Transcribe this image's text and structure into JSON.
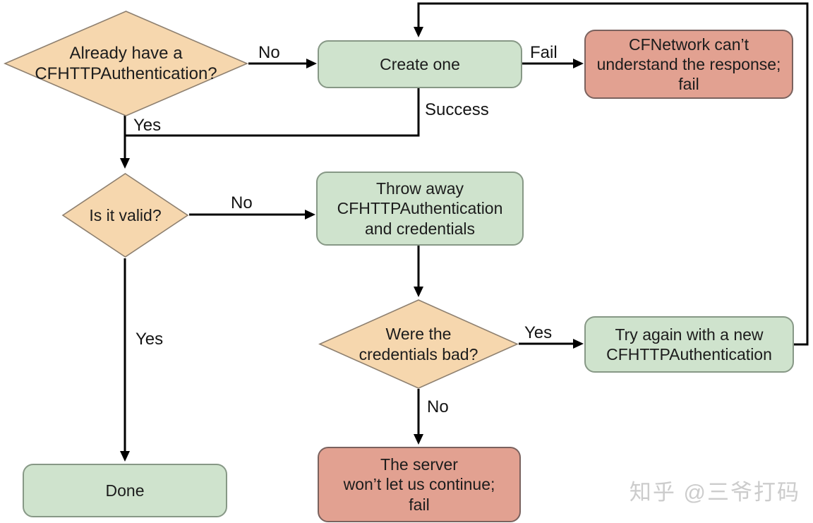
{
  "colors": {
    "decision_fill": "#f6d7ae",
    "decision_border": "#8e8070",
    "process_fill": "#cfe3cd",
    "process_border": "#879886",
    "fail_fill": "#e2a191",
    "fail_border": "#7a625e",
    "connector": "#000000",
    "watermark": "#cccccc"
  },
  "nodes": {
    "already_have": {
      "type": "decision",
      "label": "Already have a\nCFHTTPAuthentication?"
    },
    "create_one": {
      "type": "process",
      "label": "Create one"
    },
    "cfnetwork_fail": {
      "type": "fail",
      "label": "CFNetwork can’t\nunderstand the response;\nfail"
    },
    "is_it_valid": {
      "type": "decision",
      "label": "Is it valid?"
    },
    "throw_away": {
      "type": "process",
      "label": "Throw away\nCFHTTPAuthentication\nand credentials"
    },
    "were_credentials_bad": {
      "type": "decision",
      "label": "Were the\ncredentials bad?"
    },
    "try_again": {
      "type": "process",
      "label": "Try again with a new\nCFHTTPAuthentication"
    },
    "server_fail": {
      "type": "fail",
      "label": "The server\nwon’t let us continue;\nfail"
    },
    "done": {
      "type": "process",
      "label": "Done"
    }
  },
  "edge_labels": {
    "no_to_create": "No",
    "fail_to_cfnetwork": "Fail",
    "success": "Success",
    "yes_to_valid": "Yes",
    "no_to_throw": "No",
    "yes_to_done": "Yes",
    "yes_to_try_again": "Yes",
    "no_to_server": "No"
  },
  "watermark": "知乎 @三爷打码"
}
